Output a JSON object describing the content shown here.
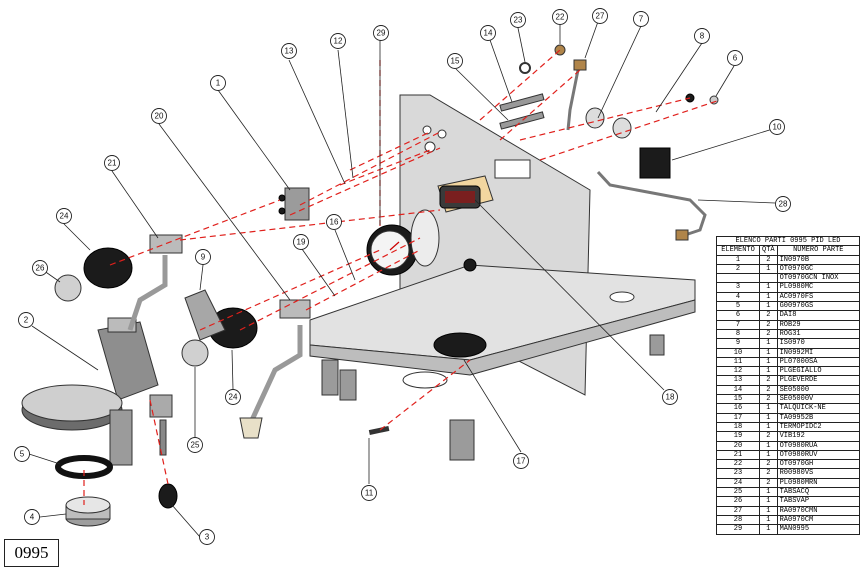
{
  "model_code": "0995",
  "parts_table": {
    "title": "ELENCO PARTI 0995 PID LED",
    "headers": {
      "element": "ELEMENTO",
      "qty": "QTÀ",
      "part": "NUMERO PARTE"
    },
    "rows": [
      {
        "el": "1",
        "qty": "2",
        "part": "IN0970B"
      },
      {
        "el": "2",
        "qty": "1",
        "part": "OT0970GC"
      },
      {
        "el": "",
        "qty": "",
        "part": "OT0970GCN   INOX"
      },
      {
        "el": "3",
        "qty": "1",
        "part": "PL0980MC"
      },
      {
        "el": "4",
        "qty": "1",
        "part": "AC0970FS"
      },
      {
        "el": "5",
        "qty": "1",
        "part": "G00970GS"
      },
      {
        "el": "6",
        "qty": "2",
        "part": "DAI8"
      },
      {
        "el": "7",
        "qty": "2",
        "part": "ROB29"
      },
      {
        "el": "8",
        "qty": "2",
        "part": "ROG31"
      },
      {
        "el": "9",
        "qty": "1",
        "part": "IS0970"
      },
      {
        "el": "10",
        "qty": "1",
        "part": "IN0992MI"
      },
      {
        "el": "11",
        "qty": "1",
        "part": "PL07000SA"
      },
      {
        "el": "12",
        "qty": "1",
        "part": "PLGEGIALLO"
      },
      {
        "el": "13",
        "qty": "2",
        "part": "PLGEVERDE"
      },
      {
        "el": "14",
        "qty": "2",
        "part": "SE05000"
      },
      {
        "el": "15",
        "qty": "2",
        "part": "SE05000V"
      },
      {
        "el": "16",
        "qty": "1",
        "part": "TALQUICK-NE"
      },
      {
        "el": "17",
        "qty": "1",
        "part": "TA09952B"
      },
      {
        "el": "18",
        "qty": "1",
        "part": "TERMOPIDC2"
      },
      {
        "el": "19",
        "qty": "2",
        "part": "VIB192"
      },
      {
        "el": "20",
        "qty": "1",
        "part": "OT0980RUA"
      },
      {
        "el": "21",
        "qty": "1",
        "part": "OT0980RUV"
      },
      {
        "el": "22",
        "qty": "2",
        "part": "OT0970GH"
      },
      {
        "el": "23",
        "qty": "2",
        "part": "R00980VS"
      },
      {
        "el": "24",
        "qty": "2",
        "part": "PL0980MRN"
      },
      {
        "el": "25",
        "qty": "1",
        "part": "TABSACQ"
      },
      {
        "el": "26",
        "qty": "1",
        "part": "TABSVAP"
      },
      {
        "el": "27",
        "qty": "1",
        "part": "RA0970CMN"
      },
      {
        "el": "28",
        "qty": "1",
        "part": "RA0970CM"
      },
      {
        "el": "29",
        "qty": "1",
        "part": "MAN0995"
      }
    ]
  },
  "callouts": [
    "1",
    "2",
    "3",
    "4",
    "5",
    "6",
    "7",
    "8",
    "9",
    "10",
    "11",
    "12",
    "13",
    "14",
    "15",
    "16",
    "17",
    "18",
    "19",
    "20",
    "21",
    "22",
    "23",
    "24",
    "24",
    "25",
    "26",
    "27",
    "28",
    "29"
  ]
}
